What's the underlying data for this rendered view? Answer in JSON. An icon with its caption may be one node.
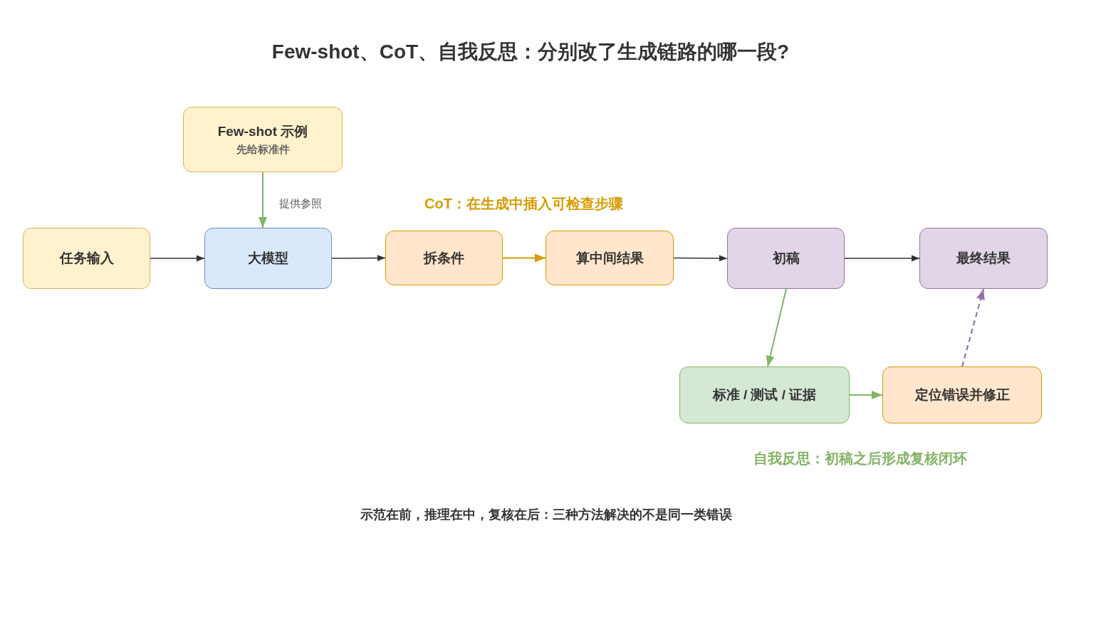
{
  "diagram": {
    "title": "Few-shot、CoT、自我反思：分别改了生成链路的哪一段?",
    "caption": "示范在前，推理在中，复核在后：三种方法解决的不是同一类错误",
    "nodes": [
      {
        "text": [
          "Few-shot 示例",
          "先给标准件"
        ]
      },
      {
        "text": [
          "任务输入"
        ]
      },
      {
        "text": [
          "大模型"
        ]
      },
      {
        "text": [
          "拆条件"
        ]
      },
      {
        "text": [
          "算中间结果"
        ]
      },
      {
        "text": [
          "初稿"
        ]
      },
      {
        "text": [
          "最终结果"
        ]
      },
      {
        "text": [
          "标准 / 测试 / 证据"
        ]
      },
      {
        "text": [
          "定位错误并修正"
        ]
      }
    ],
    "edges": [
      {
        "from": 0,
        "to": 2,
        "arrow": "to",
        "label": "提供参照",
        "color": "#82b366"
      },
      {
        "from": 1,
        "to": 2,
        "arrow": "to"
      },
      {
        "from": 2,
        "to": 3,
        "arrow": "to"
      },
      {
        "from": 3,
        "to": 4,
        "arrow": "to",
        "color": "#d79b00"
      },
      {
        "from": 4,
        "to": 5,
        "arrow": "to"
      },
      {
        "from": 5,
        "to": 6,
        "arrow": "to"
      },
      {
        "from": 5,
        "to": 7,
        "arrow": "to",
        "color": "#82b366"
      },
      {
        "from": 7,
        "to": 8,
        "arrow": "to",
        "color": "#82b366"
      },
      {
        "from": 8,
        "to": 6,
        "arrow": "to",
        "style": "dashed",
        "color": "#9673a6"
      }
    ],
    "labels": [
      "CoT：在生成中插入可检查步骤",
      "自我反思：初稿之后形成复核闭环"
    ]
  }
}
